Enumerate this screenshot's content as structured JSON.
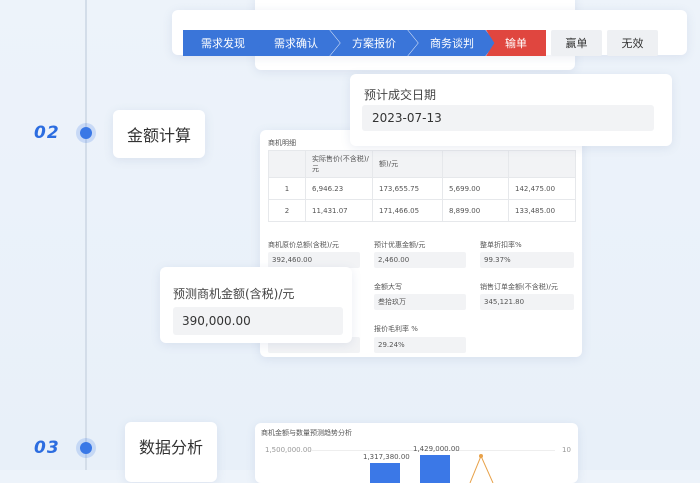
{
  "stages": {
    "steps": [
      "需求发现",
      "需求确认",
      "方案报价",
      "商务谈判"
    ],
    "lost": "输单",
    "won": "赢单",
    "invalid": "无效",
    "colors": {
      "active": "#3a75d9",
      "lost": "#e0463f"
    }
  },
  "sections": [
    {
      "num": "02",
      "title": "金额计算"
    },
    {
      "num": "03",
      "title": "数据分析"
    }
  ],
  "date_card": {
    "label": "预计成交日期",
    "value": "2023-07-13"
  },
  "detail": {
    "title": "商机明细",
    "headers": [
      "",
      "实际售价(不含税)/元",
      "",
      "",
      ""
    ],
    "header_partial": "额)/元",
    "rows": [
      [
        "1",
        "6,946.23",
        "173,655.75",
        "5,699.00",
        "142,475.00"
      ],
      [
        "2",
        "11,431.07",
        "171,466.05",
        "8,899.00",
        "133,485.00"
      ]
    ],
    "fields": [
      {
        "label": "商机原价总额(含税)/元",
        "value": "392,460.00"
      },
      {
        "label": "预计优惠金额/元",
        "value": "2,460.00"
      },
      {
        "label": "整单折扣率%",
        "value": "99.37%"
      },
      {
        "label": "金额大写",
        "value": "叁拾玖万"
      },
      {
        "label": "销售订单金额(不含税)/元",
        "value": "345,121.80"
      },
      {
        "label": "报价毛利率 %",
        "value": "29.24%"
      }
    ]
  },
  "forecast": {
    "label": "预测商机金额(含税)/元",
    "value": "390,000.00"
  },
  "chart": {
    "title": "商机金额与数量预测趋势分析",
    "y_left_top": "1,500,000.00",
    "y_right_top": "10",
    "bar_labels": [
      "1,317,380.00",
      "1,429,000.00"
    ],
    "bar_color": "#3b78e7",
    "line_color": "#e8a24a"
  }
}
